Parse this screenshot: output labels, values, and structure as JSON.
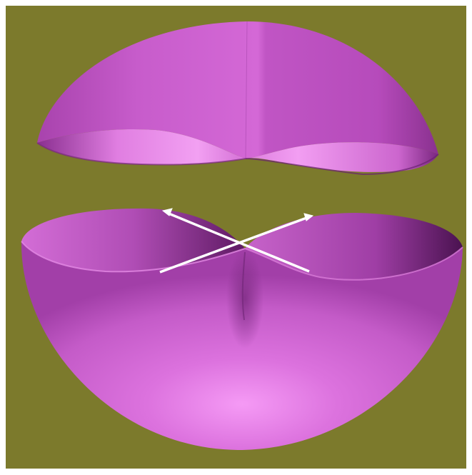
{
  "scene": {
    "background_color": "#7c7a2c",
    "surface_color": "#d468d6",
    "surface_highlight_color": "#f59af5",
    "surface_shadow_color": "#5e1a63",
    "arrow_color": "#ffffff",
    "objects": [
      "upper-hemisphere-cap",
      "lower-hemisphere-bowl",
      "crossed-arrows"
    ]
  }
}
